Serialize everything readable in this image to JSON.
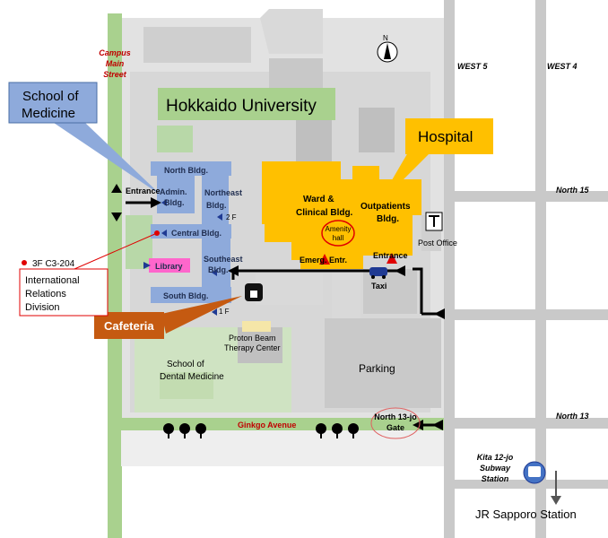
{
  "titles": {
    "campus": "Hokkaido University",
    "school_of_medicine_line1": "School of",
    "school_of_medicine_line2": "Medicine",
    "hospital": "Hospital",
    "cafeteria": "Cafeteria",
    "international_line1": "International",
    "international_line2": "Relations",
    "international_line3": "Division",
    "room": "3F  C3-204"
  },
  "streets": {
    "campus_main_line1": "Campus",
    "campus_main_line2": "Main",
    "campus_main_line3": "Street",
    "west5": "WEST 5",
    "west4": "WEST 4",
    "north15": "North 15",
    "north13": "North 13",
    "ginkgo": "Ginkgo   Avenue"
  },
  "buildings": {
    "north": "North Bldg.",
    "admin_line1": "Admin.",
    "admin_line2": "Bldg.",
    "northeast_line1": "Northeast",
    "northeast_line2": "Bldg.",
    "central": "Central Bldg.",
    "library": "Library",
    "southeast_line1": "Southeast",
    "southeast_line2": "Bldg.",
    "south": "South Bldg.",
    "ward_line1": "Ward &",
    "ward_line2": "Clinical  Bldg.",
    "outpatients_line1": "Outpatients",
    "outpatients_line2": "Bldg.",
    "amenity_line1": "Amenity",
    "amenity_line2": "hall",
    "emerg": "Emerg.  Entr.",
    "hosp_entrance": "Entrance",
    "taxi": "Taxi",
    "post_office": "Post Office",
    "proton_line1": "Proton Beam",
    "proton_line2": "Therapy Center",
    "dental_line1": "School of",
    "dental_line2": "Dental Medicine",
    "parking": "Parking",
    "gate_line1": "North 13-jo",
    "gate_line2": "Gate",
    "entrance": "Entrance",
    "floor2": "2 F",
    "floor1": "1 F"
  },
  "transit": {
    "subway_line1": "Kita 12-jo",
    "subway_line2": "Subway",
    "subway_line3": "Station",
    "jr": "JR Sapporo Station"
  },
  "compass": "N",
  "colors": {
    "school_blue": "#8eaadb",
    "hospital_orange": "#ffc000",
    "cafeteria_brown": "#c55a11",
    "campus_green": "#a9d18e",
    "library_pink": "#ff66cc",
    "route_black": "#000000",
    "marker_red": "#e00000",
    "street_gray": "#c9c9c9",
    "title_green": "#a9d18e"
  },
  "icons": [
    "compass-icon",
    "cafeteria-icon",
    "post-office-icon",
    "taxi-icon",
    "subway-icon",
    "tree-icon"
  ]
}
